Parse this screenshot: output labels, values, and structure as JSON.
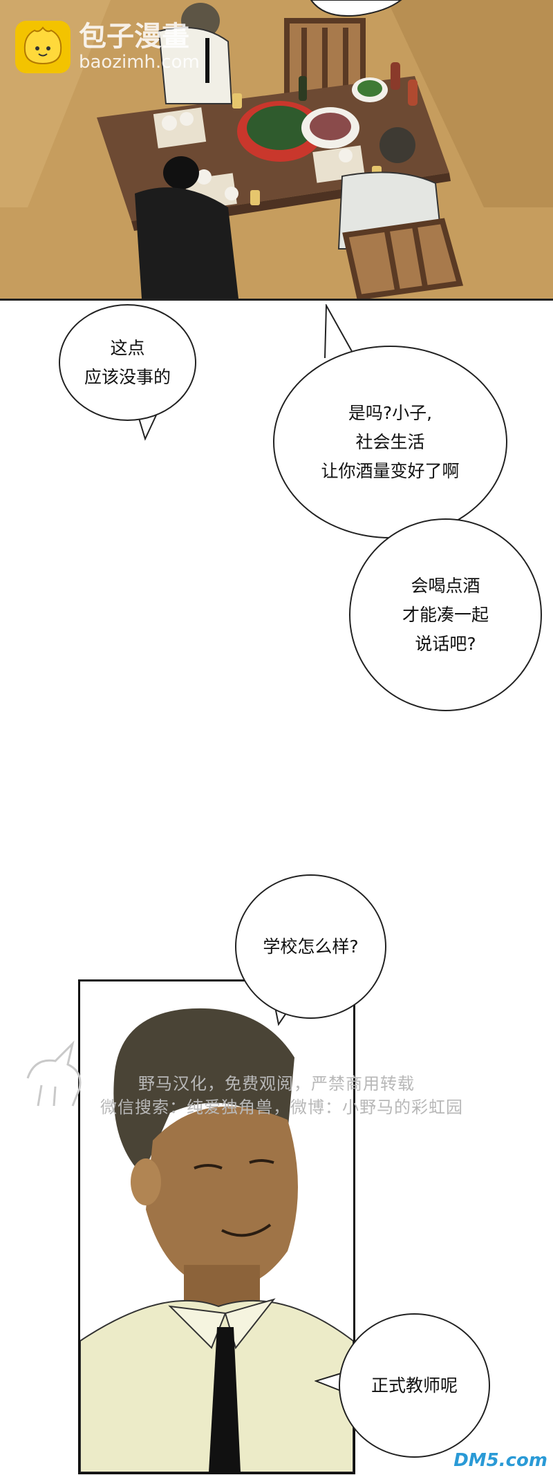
{
  "watermark": {
    "logo_title": "包子漫畫",
    "logo_url": "baozimh.com",
    "line1": "野马汉化，免费观阅，严禁商用转载",
    "line2": "微信搜索：纯爱独角兽，微博：小野马的彩虹园",
    "corner": "DM5.com"
  },
  "bubbles": [
    {
      "text": "这点\n应该没事的"
    },
    {
      "text": "是吗?小子,\n社会生活\n让你酒量变好了啊"
    },
    {
      "text": "会喝点酒\n才能凑一起\n说话吧?"
    },
    {
      "text": "学校怎么样?"
    },
    {
      "text": "正式教师呢"
    }
  ],
  "colors": {
    "floor": "#c9a061",
    "table": "#6d4a33",
    "shirt": "#ecebc8",
    "skin": "#9f7447",
    "hair": "#4a4436"
  }
}
